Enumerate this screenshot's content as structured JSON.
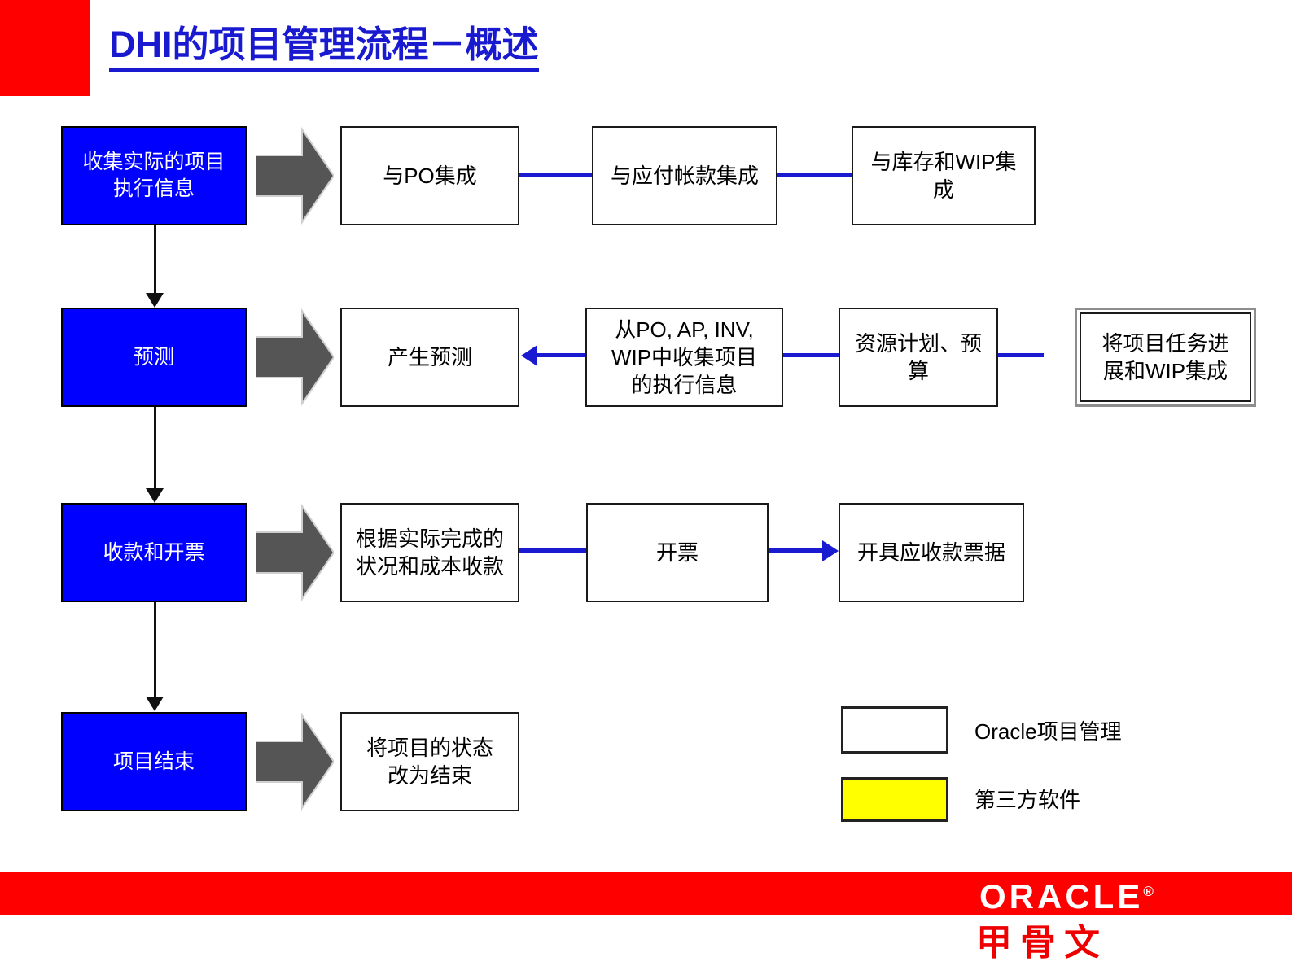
{
  "slide": {
    "title": "DHI的项目管理流程－概述",
    "accent_red": "#ff0000",
    "title_blue": "#1919d0",
    "stage_blue": "#0000ff",
    "connector_blue": "#1a1ad0",
    "arrow_gray": "#555555",
    "third_party_yellow": "#ffff00"
  },
  "rows": [
    {
      "stage": "收集实际的项目\n执行信息",
      "stage_label": "收集实际的项目执行信息",
      "steps": [
        "与PO集成",
        "与应付帐款集成",
        "与库存和WIP集\n成"
      ]
    },
    {
      "stage": "预测",
      "stage_label": "预测",
      "steps": [
        "产生预测",
        "从PO, AP, INV,\nWIP中收集项目\n的执行信息",
        "资源计划、预算",
        "将项目任务进展\n和WIP集成"
      ]
    },
    {
      "stage": "收款和开票",
      "stage_label": "收款和开票",
      "steps": [
        "根据实际完成的\n状况和成本收款",
        "开票",
        "开具应收款票据"
      ]
    },
    {
      "stage": "项目结束",
      "stage_label": "项目结束",
      "steps": [
        "将项目的状态改\n为结束"
      ]
    }
  ],
  "boxes": {
    "r1c1": "收集实际的项目执行信息",
    "r1s1": "与PO集成",
    "r1s2": "与应付帐款集成",
    "r1s3": "与库存和WIP集成",
    "r2c1": "预测",
    "r2s1": "产生预测",
    "r2s2": "从PO, AP, INV, WIP中收集项目的执行信息",
    "r2s3": "资源计划、预算",
    "r2s4": "将项目任务进展和WIP集成",
    "r3c1": "收款和开票",
    "r3s1": "根据实际完成的状况和成本收款",
    "r3s2": "开票",
    "r3s3": "开具应收款票据",
    "r4c1": "项目结束",
    "r4s1": "将项目的状态改为结束"
  },
  "legend": [
    {
      "swatch": "white",
      "label": "Oracle项目管理"
    },
    {
      "swatch": "yellow",
      "label": "第三方软件"
    }
  ],
  "footer": {
    "brand": "ORACLE",
    "registered_mark": "®",
    "brand_cn": "甲骨文"
  }
}
